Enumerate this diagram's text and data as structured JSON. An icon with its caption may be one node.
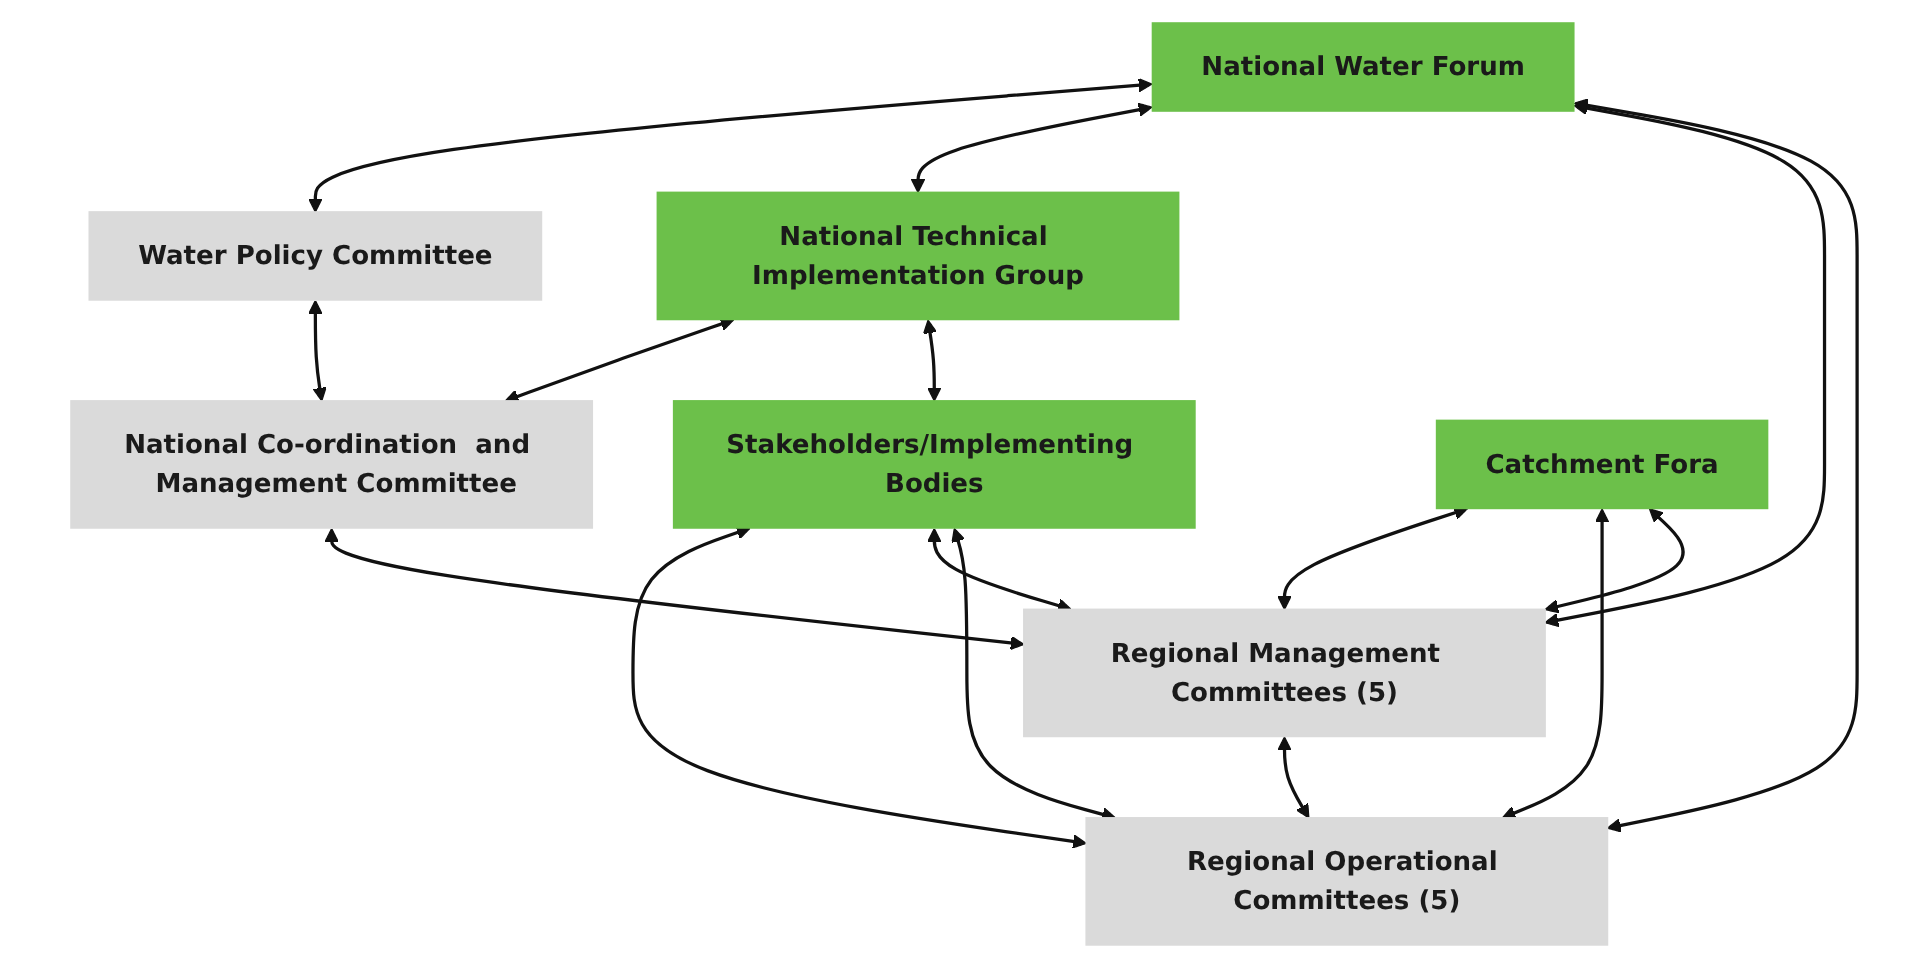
{
  "diagram": {
    "nodes": [
      {
        "text": [
          "National Water Forum"
        ]
      },
      {
        "text": [
          "Water  Policy Committee"
        ]
      },
      {
        "text": [
          "National Technical Implementation Group"
        ]
      },
      {
        "text": [
          "National Co-ordination  and  Management Committee"
        ]
      },
      {
        "text": [
          "Stakeholders/Implementing Bodies"
        ]
      },
      {
        "text": [
          "Regional Management  Committees (5)"
        ]
      },
      {
        "text": [
          "Catchment Fora"
        ]
      },
      {
        "text": [
          "Regional Operational Committees (5)"
        ]
      }
    ],
    "edges": [
      {
        "from": 0,
        "to": 1,
        "arrow": "both"
      },
      {
        "from": 0,
        "to": 2,
        "arrow": "both"
      },
      {
        "from": 1,
        "to": 3,
        "arrow": "both"
      },
      {
        "from": 2,
        "to": 3,
        "arrow": "both"
      },
      {
        "from": 2,
        "to": 4,
        "arrow": "both"
      },
      {
        "from": 3,
        "to": 5,
        "arrow": "both"
      },
      {
        "from": 4,
        "to": 7,
        "arrow": "both"
      },
      {
        "from": 6,
        "to": 5,
        "arrow": "both"
      },
      {
        "from": 5,
        "to": 7,
        "arrow": "both"
      },
      {
        "from": 0,
        "to": 5,
        "arrow": "both"
      },
      {
        "from": 4,
        "to": 5,
        "arrow": "both"
      },
      {
        "from": 6,
        "to": 7,
        "arrow": "both"
      },
      {
        "from": 0,
        "to": 7,
        "arrow": "both"
      },
      {
        "from": 4,
        "to": 7,
        "arrow": "both"
      },
      {
        "from": 6,
        "to": 5,
        "arrow": "both"
      }
    ]
  }
}
